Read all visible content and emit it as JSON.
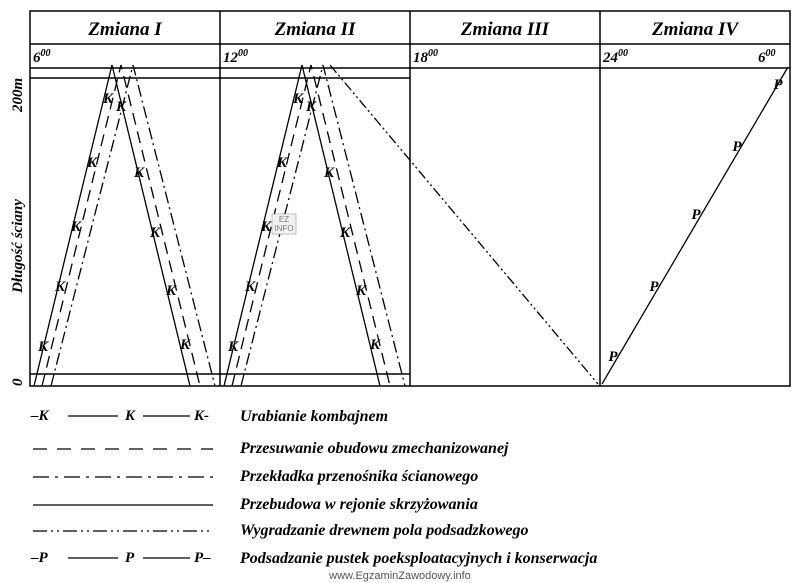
{
  "headers": [
    "Zmiana I",
    "Zmiana II",
    "Zmiana III",
    "Zmiana IV"
  ],
  "times": [
    {
      "base": "6",
      "sup": "00"
    },
    {
      "base": "12",
      "sup": "00"
    },
    {
      "base": "18",
      "sup": "00"
    },
    {
      "base": "24",
      "sup": "00"
    },
    {
      "base": "6",
      "sup": "00"
    }
  ],
  "y_axis": {
    "title": "Długość ściany",
    "top_label": "200m",
    "bottom_label": "0"
  },
  "marker_letters": {
    "cutting": "K",
    "backfill": "P"
  },
  "legend": [
    {
      "style": "cutting",
      "prefix": "–K",
      "mid": "K",
      "suffix": "K-",
      "label": "Urabianie kombajnem"
    },
    {
      "style": "dashed",
      "label": "Przesuwanie obudowu zmechanizowanej"
    },
    {
      "style": "dashdot",
      "label": "Przekładka przenośnika ścianowego"
    },
    {
      "style": "solid",
      "label": "Przebudowa w rejonie skrzyżowania"
    },
    {
      "style": "dashdotdot",
      "label": "Wygradzanie drewnem pola podsadzkowego"
    },
    {
      "style": "backfill",
      "prefix": "–P",
      "mid": "P",
      "suffix": "P–",
      "label": "Podsadzanie pustek poeksploatacyjnych i konserwacja"
    }
  ],
  "stamp": {
    "line1": "EZ",
    "line2": "INFO"
  },
  "watermark": "www.EgzaminZawodowy.info"
}
